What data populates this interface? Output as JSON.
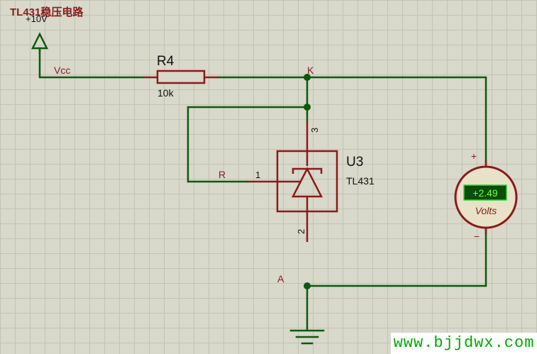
{
  "title": "TL431稳压电路",
  "power": {
    "label": "+10V"
  },
  "net_vcc": "Vcc",
  "resistor": {
    "ref": "R4",
    "value": "10k"
  },
  "regulator": {
    "ref": "U3",
    "part": "TL431",
    "pin_ref": "1",
    "pin_cathode": "3",
    "pin_anode": "2"
  },
  "nets": {
    "k": "K",
    "r": "R",
    "a": "A"
  },
  "voltmeter": {
    "reading": "+2.49",
    "unit": "Volts",
    "plus": "+",
    "minus": "−"
  },
  "watermark": "www.bjjdwx.com",
  "colors": {
    "wire": "#0b5a0b",
    "component": "#8b1a1a",
    "lcd_bg": "#0b4d0b",
    "lcd_text": "#7cff3c"
  }
}
